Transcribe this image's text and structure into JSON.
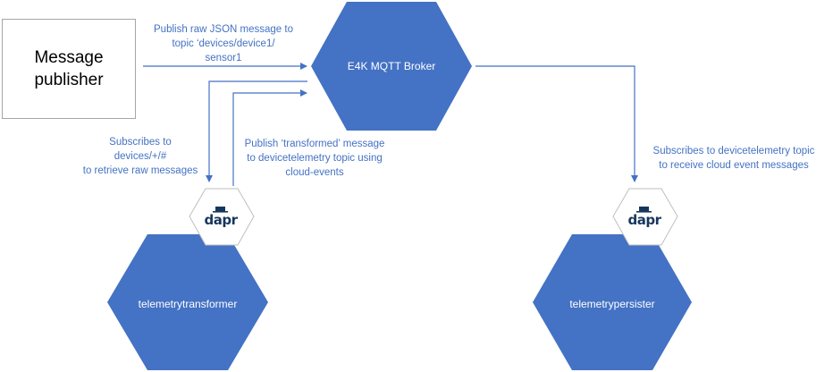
{
  "publisher": {
    "label": "Message\npublisher"
  },
  "broker": {
    "label": "E4K MQTT Broker"
  },
  "transformer": {
    "label": "telemetrytransformer",
    "sidecar": "dapr"
  },
  "persister": {
    "label": "telemetrypersister",
    "sidecar": "dapr"
  },
  "edges": {
    "publish_raw": "Publish raw JSON message to\ntopic ‘devices/device1/\nsensor1",
    "subscribe_raw": "Subscribes to\ndevices/+/#\nto retrieve raw messages",
    "publish_transformed": "Publish ‘transformed’ message\nto devicetelemetry topic using\ncloud-events",
    "subscribe_telemetry": "Subscribes to devicetelemetry topic\nto receive cloud event messages"
  },
  "colors": {
    "hex_fill": "#4472c4",
    "arrow": "#4472c4",
    "sidecar_border": "#bfbfbf"
  }
}
